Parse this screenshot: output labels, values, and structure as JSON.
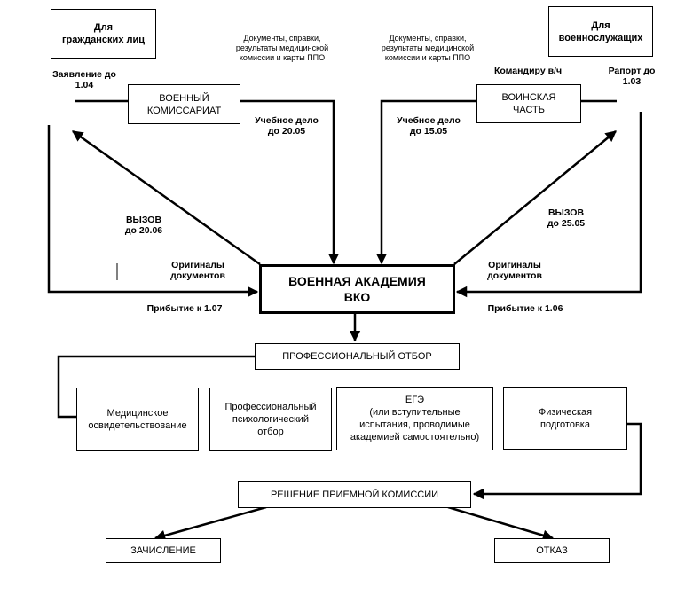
{
  "boxes": {
    "civilians": "Для\nгражданских лиц",
    "military": "Для\nвоеннослужащих",
    "commissariat": "ВОЕННЫЙ\nКОМИССАРИАТ",
    "unit": "ВОИНСКАЯ\nЧАСТЬ",
    "academy": "ВОЕННАЯ АКАДЕМИЯ\nВКО",
    "prof_selection": "ПРОФЕССИОНАЛЬНЫЙ ОТБОР",
    "medical": "Медицинское\nосвидетельствование",
    "psych": "Профессиональный\nпсихологический\nотбор",
    "ege": "ЕГЭ\n(или вступительные\nиспытания, проводимые\nакадемией самостоятельно)",
    "physical": "Физическая\nподготовка",
    "decision": "РЕШЕНИЕ ПРИЕМНОЙ КОМИССИИ",
    "enrollment": "ЗАЧИСЛЕНИЕ",
    "refusal": "ОТКАЗ"
  },
  "labels": {
    "docs_left": "Документы, справки,\nрезультаты медицинской\nкомиссии и карты ППО",
    "docs_right": "Документы, справки,\nрезультаты медицинской\nкомиссии и карты ППО",
    "application": "Заявление до\n1.04",
    "commander": "Командиру в/ч",
    "report": "Рапорт до\n1.03",
    "file_left": "Учебное дело\nдо 20.05",
    "file_right": "Учебное дело\nдо 15.05",
    "call_left": "ВЫЗОВ\nдо 20.06",
    "call_right": "ВЫЗОВ\nдо 25.05",
    "originals_left": "Оригиналы\nдокументов",
    "originals_right": "Оригиналы\nдокументов",
    "arrival_left": "Прибытие к 1.07",
    "arrival_right": "Прибытие к 1.06"
  }
}
